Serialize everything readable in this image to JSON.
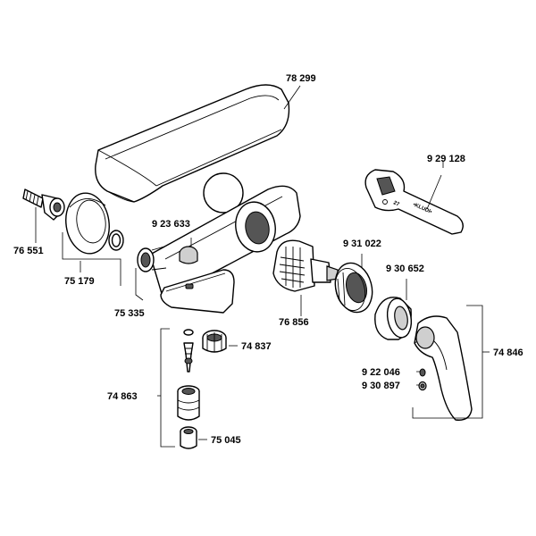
{
  "parts": [
    {
      "id": "cover",
      "label": "78 299"
    },
    {
      "id": "wrench",
      "label": "9 29 128"
    },
    {
      "id": "wrench_brand",
      "label": "•KLUDI•"
    },
    {
      "id": "wrench_size",
      "label": "27"
    },
    {
      "id": "screw",
      "label": "76 551"
    },
    {
      "id": "rosette",
      "label": "75 179"
    },
    {
      "id": "cap",
      "label": "9 23 633"
    },
    {
      "id": "cartridge_nut",
      "label": "9 31 022"
    },
    {
      "id": "sleeve",
      "label": "9 30 652"
    },
    {
      "id": "body",
      "label": "75 335"
    },
    {
      "id": "cartridge",
      "label": "76 856"
    },
    {
      "id": "aerator",
      "label": "74 837"
    },
    {
      "id": "lever",
      "label": "74 846"
    },
    {
      "id": "grub_screw",
      "label": "9 22 046"
    },
    {
      "id": "index_cap",
      "label": "9 30 897"
    },
    {
      "id": "diverter",
      "label": "74 863"
    },
    {
      "id": "diverter_sleeve",
      "label": "75 045"
    }
  ]
}
